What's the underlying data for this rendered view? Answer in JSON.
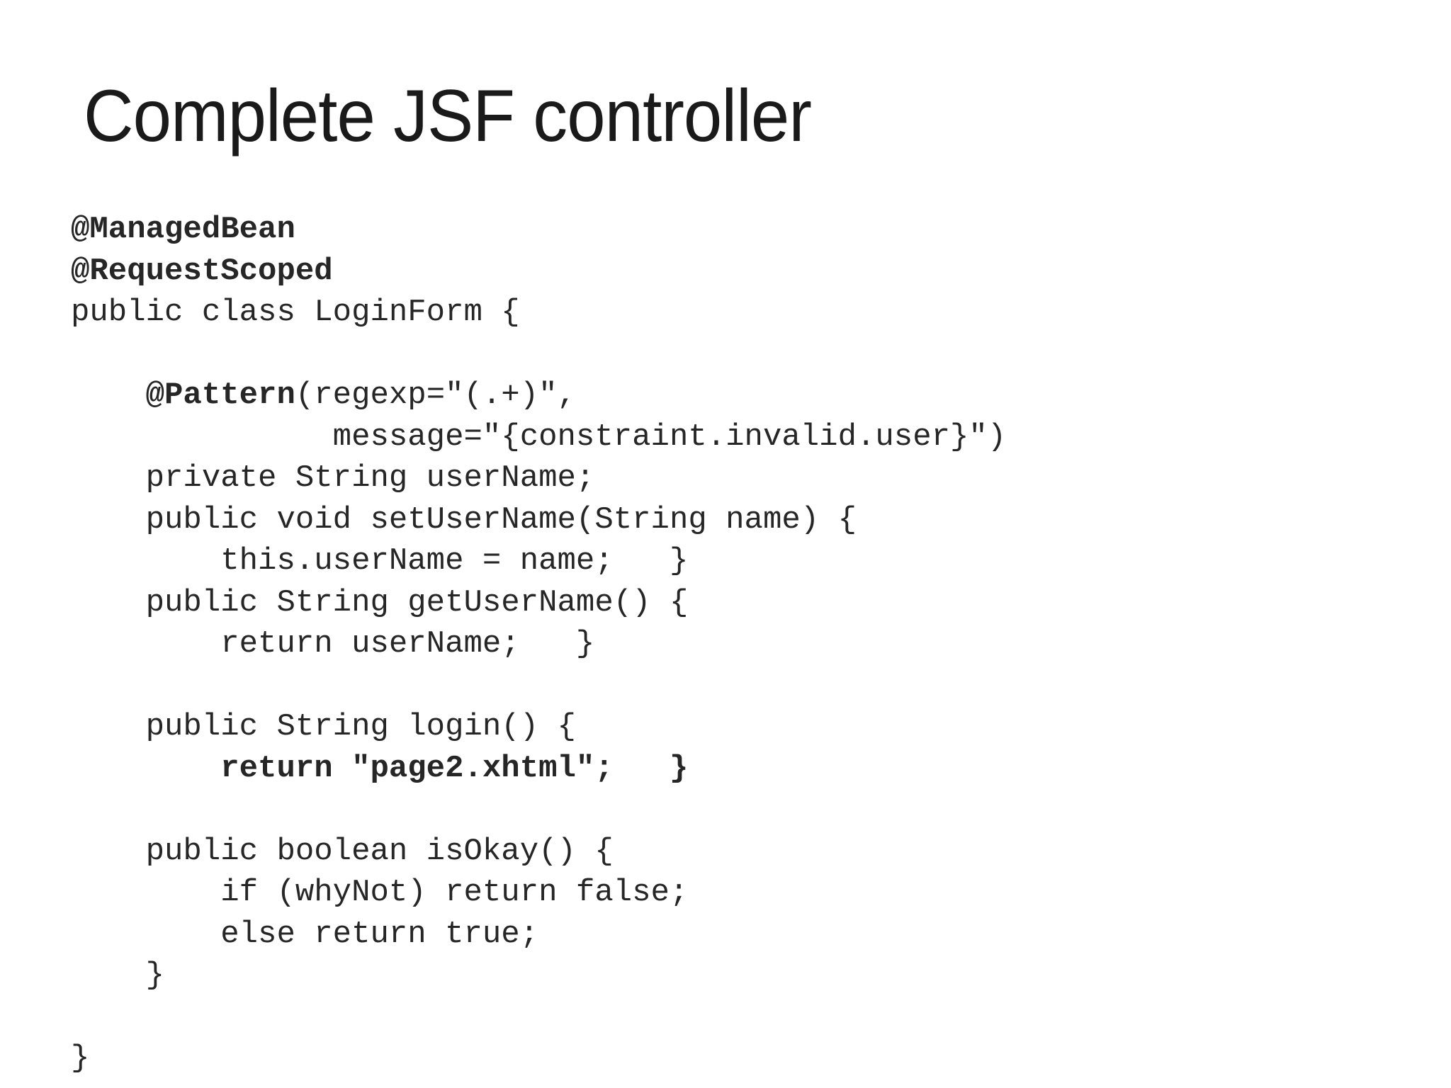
{
  "slide": {
    "title": "Complete JSF controller",
    "background_color": "#ffffff",
    "text_color": "#262626",
    "title_color": "#1a1a1a"
  },
  "code": {
    "language": "java",
    "lines": [
      {
        "id": "line-1",
        "bold_prefix": "@ManagedBean",
        "rest": ""
      },
      {
        "id": "line-2",
        "bold_prefix": "@RequestScoped",
        "rest": ""
      },
      {
        "id": "line-3",
        "bold_prefix": "",
        "rest": "public class LoginForm {"
      },
      {
        "id": "line-4",
        "bold_prefix": "",
        "rest": ""
      },
      {
        "id": "line-5",
        "bold_prefix": "    @Pattern",
        "rest": "(regexp=\"(.+)\","
      },
      {
        "id": "line-6",
        "bold_prefix": "",
        "rest": "              message=\"{constraint.invalid.user}\")"
      },
      {
        "id": "line-7",
        "bold_prefix": "",
        "rest": "    private String userName;"
      },
      {
        "id": "line-8",
        "bold_prefix": "",
        "rest": "    public void setUserName(String name) {"
      },
      {
        "id": "line-9",
        "bold_prefix": "",
        "rest": "        this.userName = name;   }"
      },
      {
        "id": "line-10",
        "bold_prefix": "",
        "rest": "    public String getUserName() {"
      },
      {
        "id": "line-11",
        "bold_prefix": "",
        "rest": "        return userName;   }"
      },
      {
        "id": "line-12",
        "bold_prefix": "",
        "rest": ""
      },
      {
        "id": "line-13",
        "bold_prefix": "",
        "rest": "    public String login() {"
      },
      {
        "id": "line-14",
        "bold_prefix": "        return \"page2.xhtml\";   }",
        "rest": ""
      },
      {
        "id": "line-15",
        "bold_prefix": "",
        "rest": ""
      },
      {
        "id": "line-16",
        "bold_prefix": "",
        "rest": "    public boolean isOkay() {"
      },
      {
        "id": "line-17",
        "bold_prefix": "",
        "rest": "        if (whyNot) return false;"
      },
      {
        "id": "line-18",
        "bold_prefix": "",
        "rest": "        else return true;"
      },
      {
        "id": "line-19",
        "bold_prefix": "",
        "rest": "    }"
      },
      {
        "id": "line-20",
        "bold_prefix": "",
        "rest": ""
      },
      {
        "id": "line-21",
        "bold_prefix": "",
        "rest": "}"
      }
    ]
  }
}
